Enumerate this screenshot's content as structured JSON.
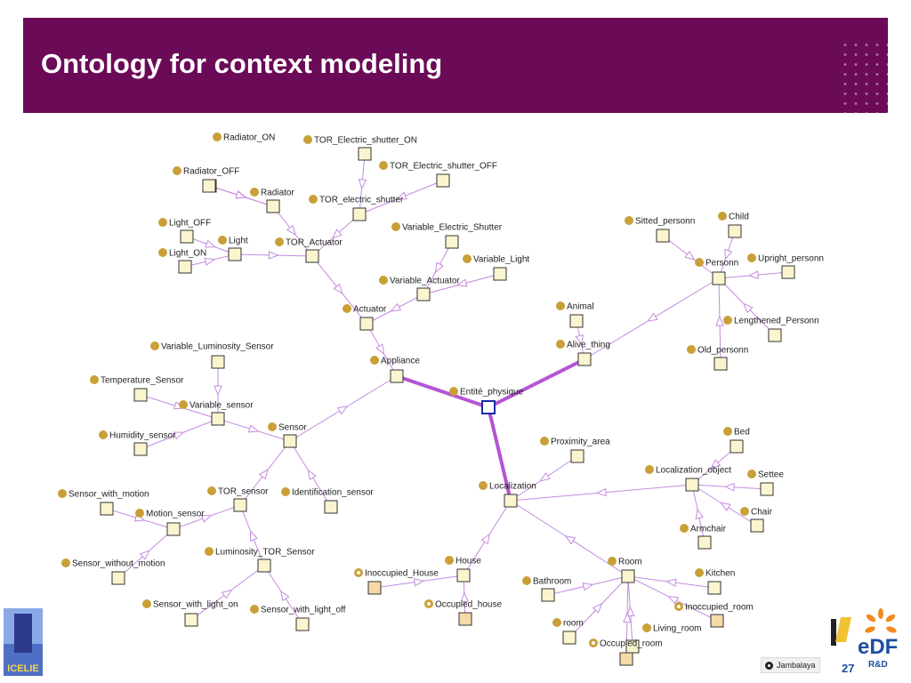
{
  "slide": {
    "title": "Ontology for context modeling",
    "page_number": "27",
    "colors": {
      "header": "#6b0a57",
      "edge": "#c58ae0",
      "edge_bold": "#b455d4",
      "dot": "#c8a037",
      "box_fill": "#fbf5cf",
      "selected_stroke": "#1b2aa6"
    }
  },
  "branding": {
    "left_logo_text": "ICELIE",
    "jambalaya_label": "Jambalaya",
    "edf_name": "eDF",
    "edf_rd": "R&D"
  },
  "graph": {
    "nodes": [
      {
        "id": "radiator_on",
        "label": "Radiator_ON",
        "kind": "instance"
      },
      {
        "id": "tor_es_on",
        "label": "TOR_Electric_shutter_ON",
        "kind": "instance"
      },
      {
        "id": "radiator_off",
        "label": "Radiator_OFF",
        "kind": "instance"
      },
      {
        "id": "tor_es_off",
        "label": "TOR_Electric_shutter_OFF",
        "kind": "instance"
      },
      {
        "id": "radiator",
        "label": "Radiator",
        "kind": "class"
      },
      {
        "id": "tor_es",
        "label": "TOR_electric_shutter",
        "kind": "class"
      },
      {
        "id": "light_off",
        "label": "Light_OFF",
        "kind": "instance"
      },
      {
        "id": "light",
        "label": "Light",
        "kind": "class"
      },
      {
        "id": "light_on",
        "label": "Light_ON",
        "kind": "instance"
      },
      {
        "id": "tor_actuator",
        "label": "TOR_Actuator",
        "kind": "class"
      },
      {
        "id": "var_es",
        "label": "Variable_Electric_Shutter",
        "kind": "class"
      },
      {
        "id": "var_light",
        "label": "Variable_Light",
        "kind": "class"
      },
      {
        "id": "var_actuator",
        "label": "Variable_Actuator",
        "kind": "class"
      },
      {
        "id": "actuator",
        "label": "Actuator",
        "kind": "class"
      },
      {
        "id": "appliance",
        "label": "Appliance",
        "kind": "class"
      },
      {
        "id": "entite",
        "label": "Entité_physique",
        "kind": "root"
      },
      {
        "id": "var_lum_sensor",
        "label": "Variable_Luminosity_Sensor",
        "kind": "class"
      },
      {
        "id": "temp_sensor",
        "label": "Temperature_Sensor",
        "kind": "class"
      },
      {
        "id": "var_sensor",
        "label": "Variable_sensor",
        "kind": "class"
      },
      {
        "id": "humidity_sensor",
        "label": "Humidity_sensor",
        "kind": "class"
      },
      {
        "id": "sensor",
        "label": "Sensor",
        "kind": "class"
      },
      {
        "id": "tor_sensor",
        "label": "TOR_sensor",
        "kind": "class"
      },
      {
        "id": "ident_sensor",
        "label": "Identification_sensor",
        "kind": "class"
      },
      {
        "id": "sensor_motion",
        "label": "Sensor_with_motion",
        "kind": "class"
      },
      {
        "id": "motion_sensor",
        "label": "Motion_sensor",
        "kind": "class"
      },
      {
        "id": "sensor_no_motion",
        "label": "Sensor_without_motion",
        "kind": "class"
      },
      {
        "id": "lum_tor_sensor",
        "label": "Luminosity_TOR_Sensor",
        "kind": "class"
      },
      {
        "id": "sensor_light_on",
        "label": "Sensor_with_light_on",
        "kind": "class"
      },
      {
        "id": "sensor_light_off",
        "label": "Sensor_with_light_off",
        "kind": "class"
      },
      {
        "id": "sitted",
        "label": "Sitted_personn",
        "kind": "class"
      },
      {
        "id": "child",
        "label": "Child",
        "kind": "class"
      },
      {
        "id": "personn",
        "label": "Personn",
        "kind": "class"
      },
      {
        "id": "upright",
        "label": "Upright_personn",
        "kind": "class"
      },
      {
        "id": "animal",
        "label": "Animal",
        "kind": "class"
      },
      {
        "id": "lengthened",
        "label": "Lengthened_Personn",
        "kind": "class"
      },
      {
        "id": "alive",
        "label": "Alive_thing",
        "kind": "class"
      },
      {
        "id": "old",
        "label": "Old_personn",
        "kind": "class"
      },
      {
        "id": "proximity",
        "label": "Proximity_area",
        "kind": "class"
      },
      {
        "id": "bed",
        "label": "Bed",
        "kind": "class"
      },
      {
        "id": "loc_object",
        "label": "Localization_object",
        "kind": "class"
      },
      {
        "id": "settee",
        "label": "Settee",
        "kind": "class"
      },
      {
        "id": "localization",
        "label": "Localization",
        "kind": "class"
      },
      {
        "id": "chair",
        "label": "Chair",
        "kind": "class"
      },
      {
        "id": "armchair",
        "label": "Armchair",
        "kind": "class"
      },
      {
        "id": "house",
        "label": "House",
        "kind": "class"
      },
      {
        "id": "room",
        "label": "Room",
        "kind": "class"
      },
      {
        "id": "inocc_house",
        "label": "Inoccupied_House",
        "kind": "defined"
      },
      {
        "id": "bathroom",
        "label": "Bathroom",
        "kind": "class"
      },
      {
        "id": "kitchen",
        "label": "Kitchen",
        "kind": "class"
      },
      {
        "id": "occ_house",
        "label": "Occupied_house",
        "kind": "defined"
      },
      {
        "id": "inocc_room",
        "label": "Inoccupied_room",
        "kind": "defined"
      },
      {
        "id": "room2",
        "label": "room",
        "kind": "class"
      },
      {
        "id": "living",
        "label": "Living_room",
        "kind": "class"
      },
      {
        "id": "occ_room",
        "label": "Occupied_room",
        "kind": "defined"
      }
    ],
    "edges": [
      [
        "radiator_on",
        "radiator"
      ],
      [
        "radiator_off",
        "radiator"
      ],
      [
        "radiator",
        "tor_actuator"
      ],
      [
        "tor_es_on",
        "tor_es"
      ],
      [
        "tor_es_off",
        "tor_es"
      ],
      [
        "tor_es",
        "tor_actuator"
      ],
      [
        "light_off",
        "light"
      ],
      [
        "light_on",
        "light"
      ],
      [
        "light",
        "tor_actuator"
      ],
      [
        "tor_actuator",
        "actuator"
      ],
      [
        "var_es",
        "var_actuator"
      ],
      [
        "var_light",
        "var_actuator"
      ],
      [
        "var_actuator",
        "actuator"
      ],
      [
        "actuator",
        "appliance"
      ],
      [
        "appliance",
        "entite"
      ],
      [
        "var_lum_sensor",
        "var_sensor"
      ],
      [
        "temp_sensor",
        "var_sensor"
      ],
      [
        "humidity_sensor",
        "var_sensor"
      ],
      [
        "var_sensor",
        "sensor"
      ],
      [
        "sensor",
        "appliance"
      ],
      [
        "tor_sensor",
        "sensor"
      ],
      [
        "ident_sensor",
        "sensor"
      ],
      [
        "sensor_motion",
        "motion_sensor"
      ],
      [
        "sensor_no_motion",
        "motion_sensor"
      ],
      [
        "motion_sensor",
        "tor_sensor"
      ],
      [
        "lum_tor_sensor",
        "tor_sensor"
      ],
      [
        "sensor_light_on",
        "lum_tor_sensor"
      ],
      [
        "sensor_light_off",
        "lum_tor_sensor"
      ],
      [
        "sitted",
        "personn"
      ],
      [
        "child",
        "personn"
      ],
      [
        "upright",
        "personn"
      ],
      [
        "lengthened",
        "personn"
      ],
      [
        "old",
        "personn"
      ],
      [
        "personn",
        "alive"
      ],
      [
        "animal",
        "alive"
      ],
      [
        "alive",
        "entite"
      ],
      [
        "localization",
        "entite"
      ],
      [
        "proximity",
        "localization"
      ],
      [
        "loc_object",
        "localization"
      ],
      [
        "bed",
        "loc_object"
      ],
      [
        "settee",
        "loc_object"
      ],
      [
        "chair",
        "loc_object"
      ],
      [
        "armchair",
        "loc_object"
      ],
      [
        "house",
        "localization"
      ],
      [
        "room",
        "localization"
      ],
      [
        "inocc_house",
        "house"
      ],
      [
        "occ_house",
        "house"
      ],
      [
        "bathroom",
        "room"
      ],
      [
        "kitchen",
        "room"
      ],
      [
        "inocc_room",
        "room"
      ],
      [
        "room2",
        "room"
      ],
      [
        "living",
        "room"
      ],
      [
        "occ_room",
        "room"
      ]
    ],
    "bold_edges": [
      [
        "appliance",
        "entite"
      ],
      [
        "alive",
        "entite"
      ],
      [
        "localization",
        "entite"
      ]
    ]
  }
}
